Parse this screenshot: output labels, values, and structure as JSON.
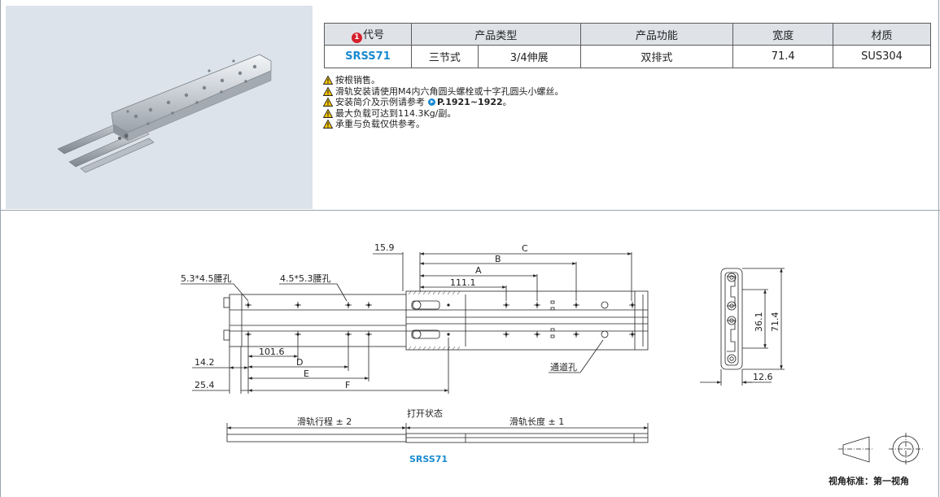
{
  "table": {
    "headers": {
      "code": "代号",
      "code_marker": "1",
      "product_type": "产品类型",
      "function": "产品功能",
      "width": "宽度",
      "material": "材质"
    },
    "row": {
      "code": "SRSS71",
      "type_1": "三节式",
      "type_2": "3/4伸展",
      "function": "双排式",
      "width": "71.4",
      "material": "SUS304"
    }
  },
  "notes": [
    "按根销售。",
    "滑轨安装请使用M4内六角圆头螺栓或十字孔圆头小螺丝。",
    "安装简介及示例请参考",
    "最大负载可达到114.3Kg/副。",
    "承重与负载仅供参考。"
  ],
  "note_ref": "P.1921~1922",
  "note_ref_suffix": "。",
  "drawing": {
    "dims": {
      "d159": "15.9",
      "C": "C",
      "B": "B",
      "A": "A",
      "d1111": "111.1",
      "slot1": "5.3*4.5腰孔",
      "slot2": "4.5*5.3腰孔",
      "d1016": "101.6",
      "D": "D",
      "d142": "14.2",
      "E": "E",
      "F": "F",
      "d254": "25.4",
      "channel": "通道孔",
      "d361": "36.1",
      "d714": "71.4",
      "d126": "12.6"
    },
    "open_state": "打开状态",
    "travel": "滑轨行程 ± 2",
    "length": "滑轨长度 ± 1",
    "caption": "SRSS71"
  },
  "view_label": "视角标准：第一视角",
  "colors": {
    "accent_blue": "#1a8ad0",
    "marker_red": "#d4202a",
    "header_bg": "#dfe3e8",
    "photo_bg": "#dde3ea",
    "warning_yellow": "#f5c400"
  }
}
